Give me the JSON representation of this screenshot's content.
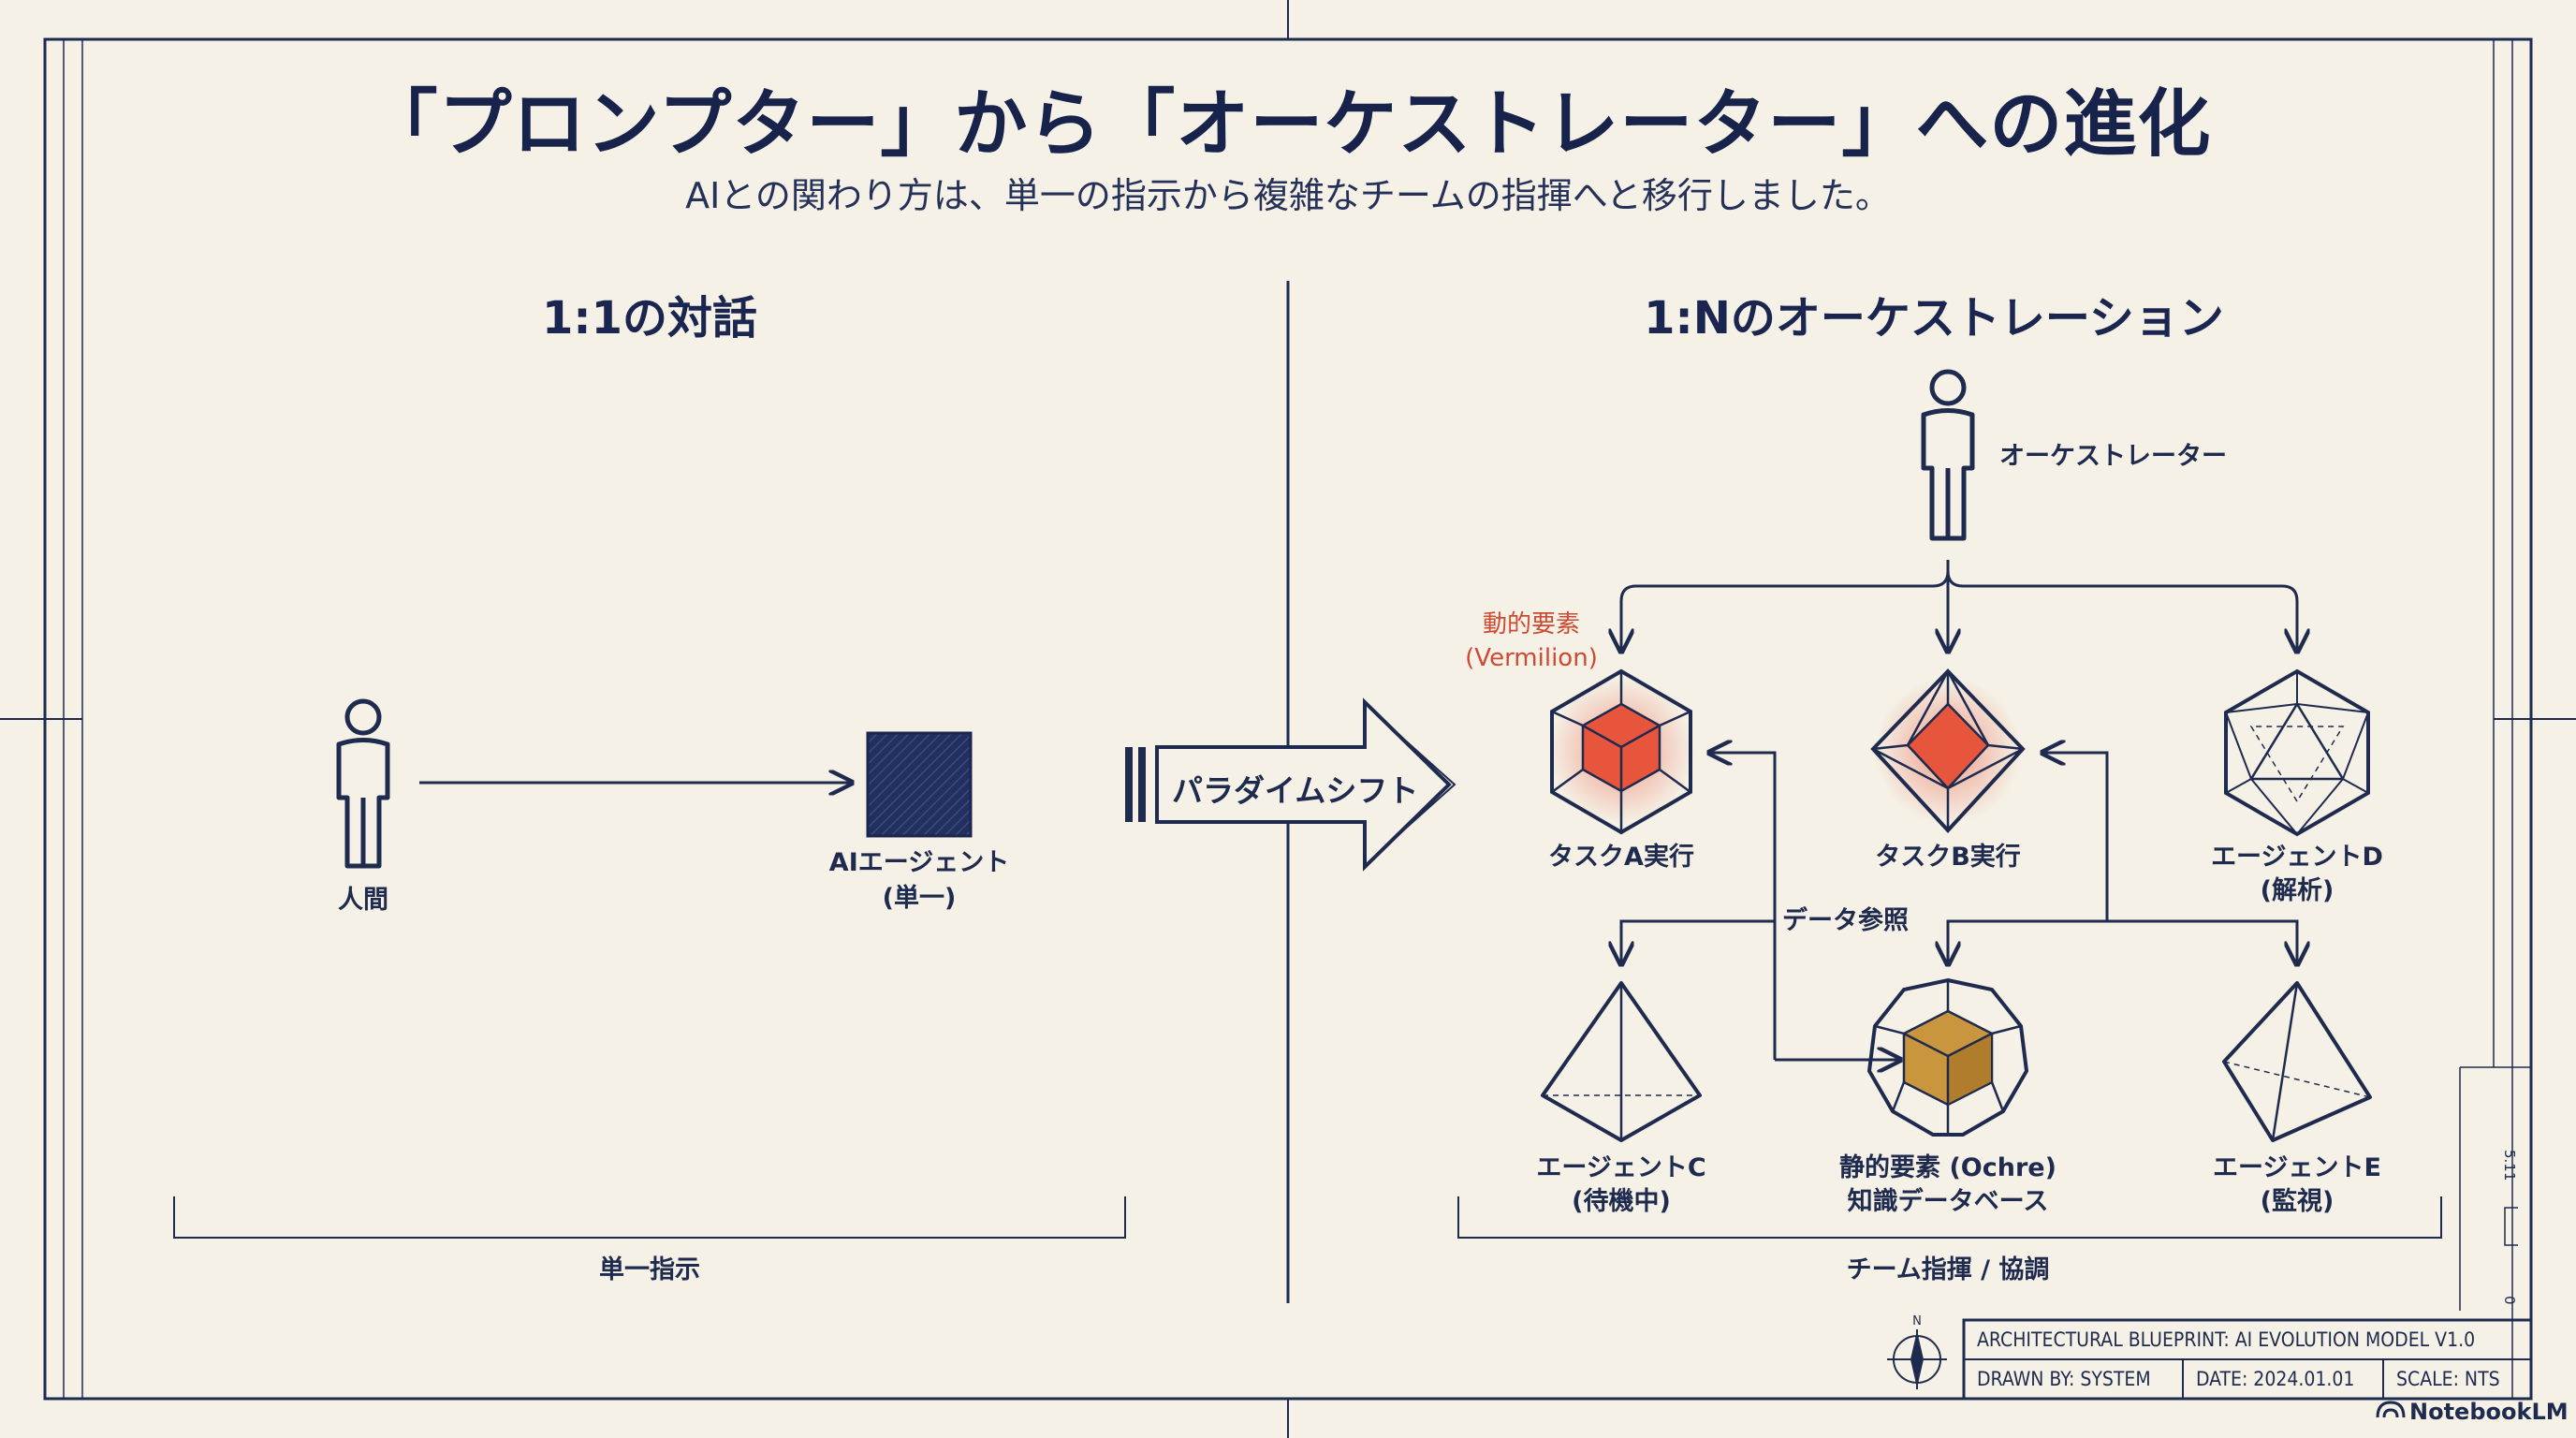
{
  "title": "「プロンプター」から「オーケストレーター」への進化",
  "subtitle": "AIとの関わり方は、単一の指示から複雑なチームの指揮へと移行しました。",
  "left_panel": {
    "heading": "1:1の対話",
    "human_label": "人間",
    "agent_label_line1": "AIエージェント",
    "agent_label_line2": "(単一)",
    "bracket_label": "単一指示"
  },
  "shift_arrow_label": "パラダイムシフト",
  "right_panel": {
    "heading": "1:Nのオーケストレーション",
    "orchestrator_label": "オーケストレーター",
    "dynamic_note_line1": "動的要素",
    "dynamic_note_line2": "(Vermilion)",
    "task_a": "タスクA実行",
    "task_b": "タスクB実行",
    "agent_d_line1": "エージェントD",
    "agent_d_line2": "(解析)",
    "data_ref": "データ参照",
    "agent_c_line1": "エージェントC",
    "agent_c_line2": "(待機中)",
    "knowledge_line1": "静的要素 (Ochre)",
    "knowledge_line2": "知識データベース",
    "agent_e_line1": "エージェントE",
    "agent_e_line2": "(監視)",
    "bracket_label": "チーム指揮 / 協調"
  },
  "title_block": {
    "model": "ARCHITECTURAL BLUEPRINT: AI EVOLUTION MODEL V1.0",
    "drawn_by": "DRAWN BY: SYSTEM",
    "date": "DATE: 2024.01.01",
    "scale": "SCALE: NTS"
  },
  "side_ruler": {
    "top_mark": "5.11",
    "bottom_mark": "0"
  },
  "compass_letter": "N",
  "watermark": "NotebookLM",
  "colors": {
    "navy": "#1f2b4e",
    "vermilion": "#e8553d",
    "ochre": "#c9963e",
    "paper": "#f5f1e6"
  }
}
